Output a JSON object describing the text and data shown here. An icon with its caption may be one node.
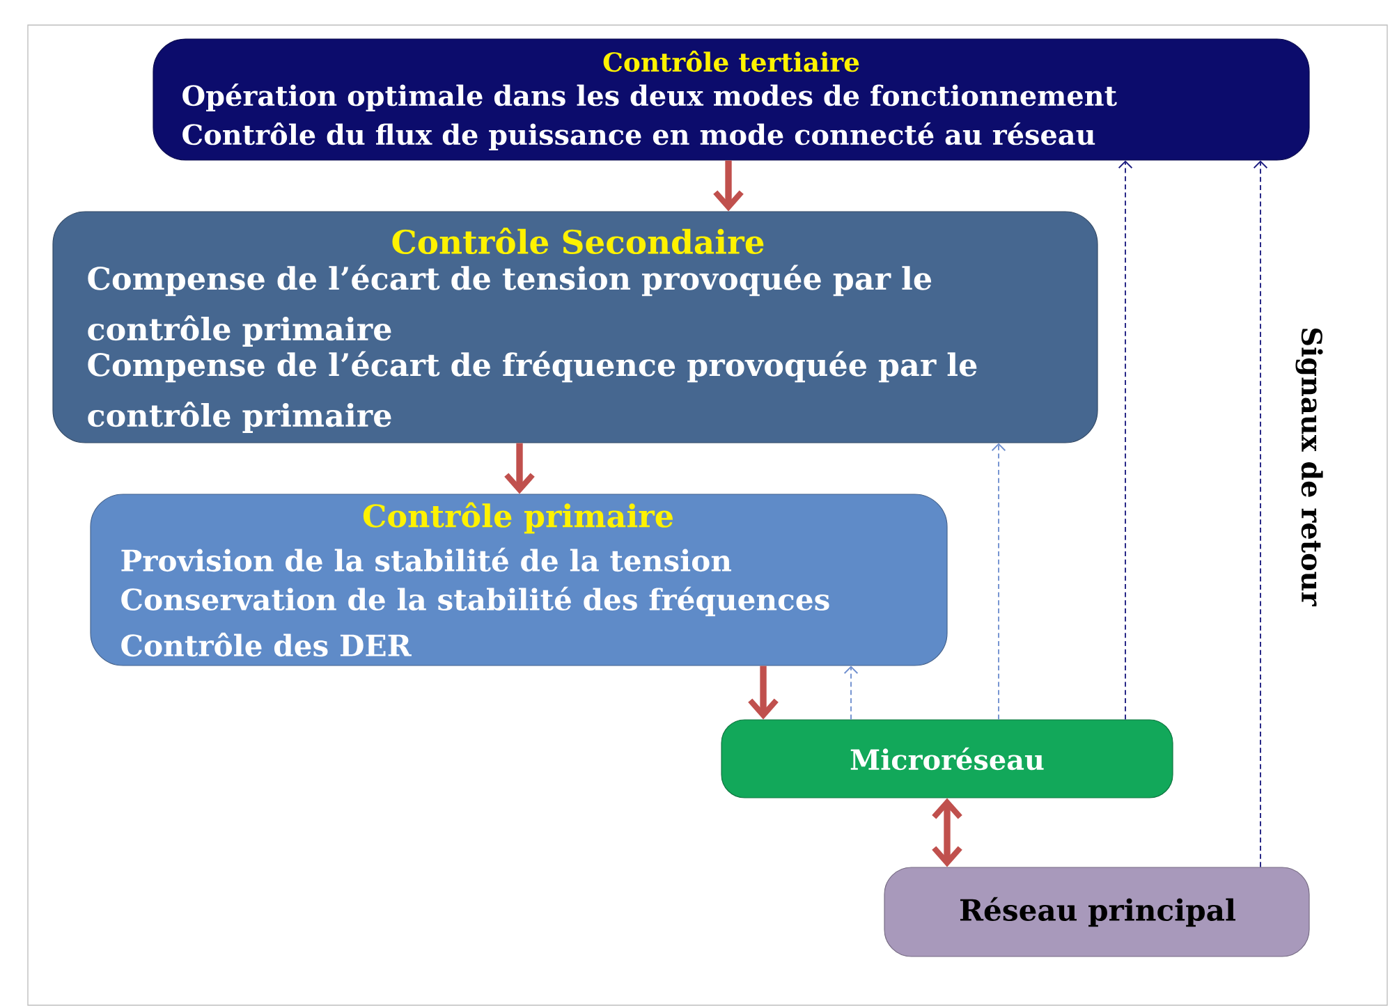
{
  "diagram": {
    "nodes": [
      {
        "text": [
          "Contrôle tertiaire",
          "Opération optimale dans les deux modes de fonctionnement",
          "Contrôle du flux de puissance en mode connecté au réseau"
        ]
      },
      {
        "text": [
          "Contrôle Secondaire",
          "Compense de l’écart de tension provoquée par le contrôle primaire",
          "Compense de l’écart de fréquence provoquée par le contrôle primaire"
        ]
      },
      {
        "text": [
          "Contrôle primaire",
          "Provision de la stabilité de la tension",
          "Conservation de la stabilité des fréquences",
          "Contrôle des DER"
        ]
      },
      {
        "text": [
          "Microréseau"
        ]
      },
      {
        "text": [
          "Réseau principal"
        ]
      }
    ],
    "edges": [
      {
        "from": 0,
        "to": 1,
        "arrow": "to",
        "style": "thick"
      },
      {
        "from": 1,
        "to": 2,
        "arrow": "to",
        "style": "thick"
      },
      {
        "from": 2,
        "to": 3,
        "arrow": "to",
        "style": "thick"
      },
      {
        "from": 3,
        "to": 4,
        "arrow": "both",
        "style": "thick"
      },
      {
        "from": 3,
        "to": 2,
        "arrow": "to",
        "style": "dashed",
        "color": "#6f8fcf"
      },
      {
        "from": 3,
        "to": 1,
        "arrow": "to",
        "style": "dashed",
        "color": "#6f8fcf"
      },
      {
        "from": 3,
        "to": 0,
        "arrow": "to",
        "style": "dashed",
        "color": "#1c1c80"
      },
      {
        "from": 4,
        "to": 0,
        "arrow": "to",
        "style": "dashed",
        "color": "#1c1c80"
      }
    ],
    "labels": [
      "Signaux de retour"
    ]
  }
}
